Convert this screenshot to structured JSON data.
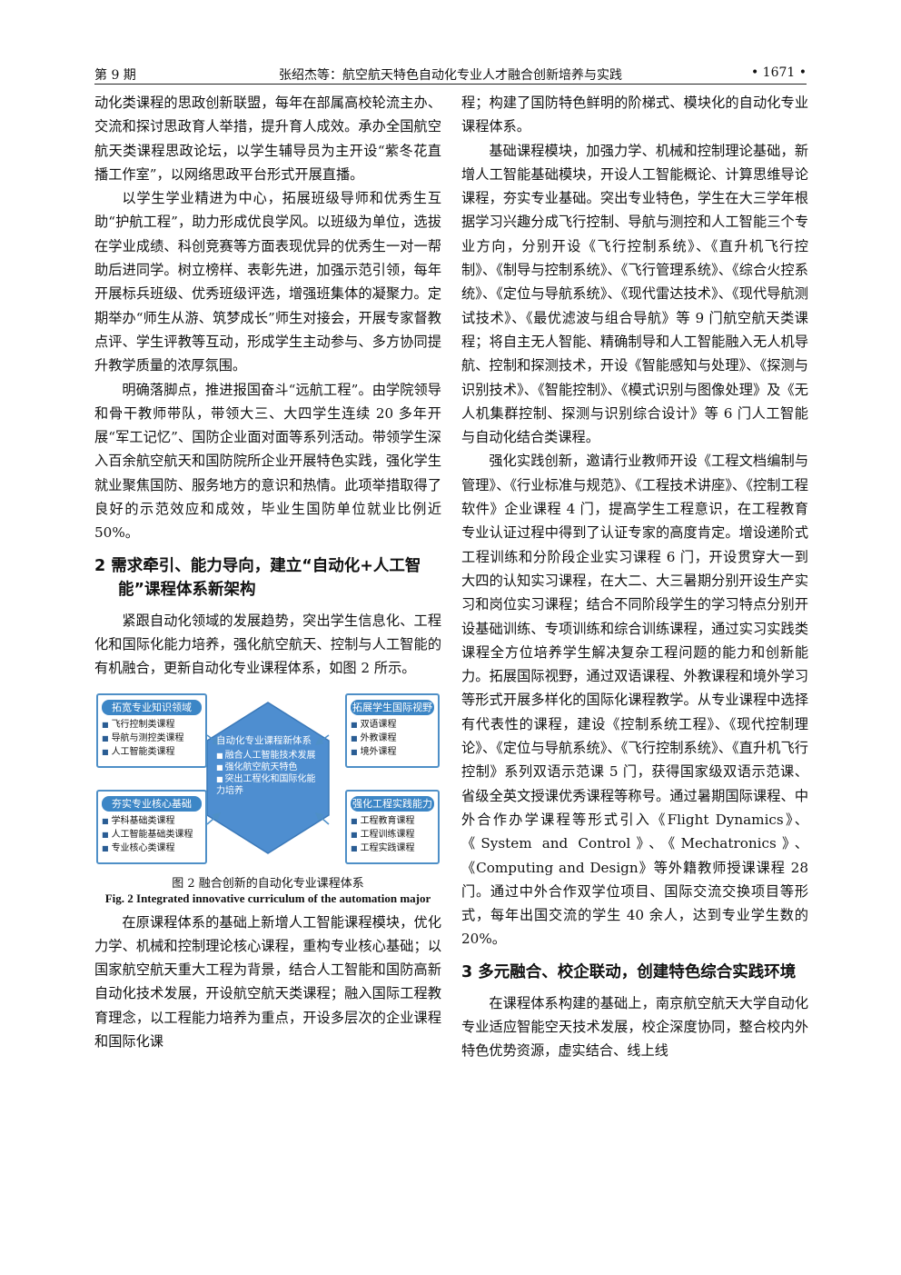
{
  "header": {
    "issue": "第 9 期",
    "title": "张绍杰等：航空航天特色自动化专业人才融合创新培养与实践",
    "page": "• 1671 •"
  },
  "left": {
    "p1": "动化类课程的思政创新联盟，每年在部属高校轮流主办、交流和探讨思政育人举措，提升育人成效。承办全国航空航天类课程思政论坛，以学生辅导员为主开设“紫冬花直播工作室”，以网络思政平台形式开展直播。",
    "p2": "以学生学业精进为中心，拓展班级导师和优秀生互助“护航工程”，助力形成优良学风。以班级为单位，选拔在学业成绩、科创竞赛等方面表现优异的优秀生一对一帮助后进同学。树立榜样、表彰先进，加强示范引领，每年开展标兵班级、优秀班级评选，增强班集体的凝聚力。定期举办“师生从游、筑梦成长”师生对接会，开展专家督教点评、学生评教等互动，形成学生主动参与、多方协同提升教学质量的浓厚氛围。",
    "p3": "明确落脚点，推进报国奋斗“远航工程”。由学院领导和骨干教师带队，带领大三、大四学生连续 20 多年开展“军工记忆”、国防企业面对面等系列活动。带领学生深入百余航空航天和国防院所企业开展特色实践，强化学生就业聚焦国防、服务地方的意识和热情。此项举措取得了良好的示范效应和成效，毕业生国防单位就业比例近 50%。",
    "h2": "2  需求牵引、能力导向，建立“自动化+人工智能”课程体系新架构",
    "p4": "紧跟自动化领域的发展趋势，突出学生信息化、工程化和国际化能力培养，强化航空航天、控制与人工智能的有机融合，更新自动化专业课程体系，如图 2 所示。",
    "caption_cn": "图 2  融合创新的自动化专业课程体系",
    "caption_en": "Fig. 2 Integrated innovative curriculum of the automation major",
    "p5": "在原课程体系的基础上新增人工智能课程模块，优化力学、机械和控制理论核心课程，重构专业核心基础；以国家航空航天重大工程为背景，结合人工智能和国防高新自动化技术发展，开设航空航天类课程；融入国际工程教育理念，以工程能力培养为重点，开设多层次的企业课程和国际化课"
  },
  "figure": {
    "tl": {
      "title": "拓宽专业知识领域",
      "items": [
        "飞行控制类课程",
        "导航与测控类课程",
        "人工智能类课程"
      ]
    },
    "tr": {
      "title": "拓展学生国际视野",
      "items": [
        "双语课程",
        "外教课程",
        "境外课程"
      ]
    },
    "bl": {
      "title": "夯实专业核心基础",
      "items": [
        "学科基础类课程",
        "人工智能基础类课程",
        "专业核心类课程"
      ]
    },
    "br": {
      "title": "强化工程实践能力",
      "items": [
        "工程教育课程",
        "工程训练课程",
        "工程实践课程"
      ]
    },
    "center": {
      "title": "自动化专业课程新体系",
      "items": [
        "融合人工智能技术发展",
        "强化航空航天特色",
        "突出工程化和国际化能力培养"
      ]
    },
    "colors": {
      "box_border": "#4e8fc7",
      "title_bg": "#3c86c6",
      "hex_fill": "#4e8ed0"
    }
  },
  "right": {
    "p1": "程；构建了国防特色鲜明的阶梯式、模块化的自动化专业课程体系。",
    "p2": "基础课程模块，加强力学、机械和控制理论基础，新增人工智能基础模块，开设人工智能概论、计算思维导论课程，夯实专业基础。突出专业特色，学生在大三学年根据学习兴趣分成飞行控制、导航与测控和人工智能三个专业方向，分别开设《飞行控制系统》、《直升机飞行控制》、《制导与控制系统》、《飞行管理系统》、《综合火控系统》、《定位与导航系统》、《现代雷达技术》、《现代导航测试技术》、《最优滤波与组合导航》等 9 门航空航天类课程；将自主无人智能、精确制导和人工智能融入无人机导航、控制和探测技术，开设《智能感知与处理》、《探测与识别技术》、《智能控制》、《模式识别与图像处理》及《无人机集群控制、探测与识别综合设计》等 6 门人工智能与自动化结合类课程。",
    "p3": "强化实践创新，邀请行业教师开设《工程文档编制与管理》、《行业标准与规范》、《工程技术讲座》、《控制工程软件》企业课程 4 门，提高学生工程意识，在工程教育专业认证过程中得到了认证专家的高度肯定。增设递阶式工程训练和分阶段企业实习课程 6 门，开设贯穿大一到大四的认知实习课程，在大二、大三暑期分别开设生产实习和岗位实习课程；结合不同阶段学生的学习特点分别开设基础训练、专项训练和综合训练课程，通过实习实践类课程全方位培养学生解决复杂工程问题的能力和创新能力。拓展国际视野，通过双语课程、外教课程和境外学习等形式开展多样化的国际化课程教学。从专业课程中选择有代表性的课程，建设《控制系统工程》、《现代控制理论》、《定位与导航系统》、《飞行控制系统》、《直升机飞行控制》系列双语示范课 5 门，获得国家级双语示范课、省级全英文授课优秀课程等称号。通过暑期国际课程、中外合作办学课程等形式引入《Flight Dynamics》、《System and Control》、《Mechatronics》、《Computing and Design》等外籍教师授课课程 28 门。通过中外合作双学位项目、国际交流交换项目等形式，每年出国交流的学生 40 余人，达到专业学生数的 20%。",
    "h3": "3  多元融合、校企联动，创建特色综合实践环境",
    "p4": "在课程体系构建的基础上，南京航空航天大学自动化专业适应智能空天技术发展，校企深度协同，整合校内外特色优势资源，虚实结合、线上线"
  }
}
